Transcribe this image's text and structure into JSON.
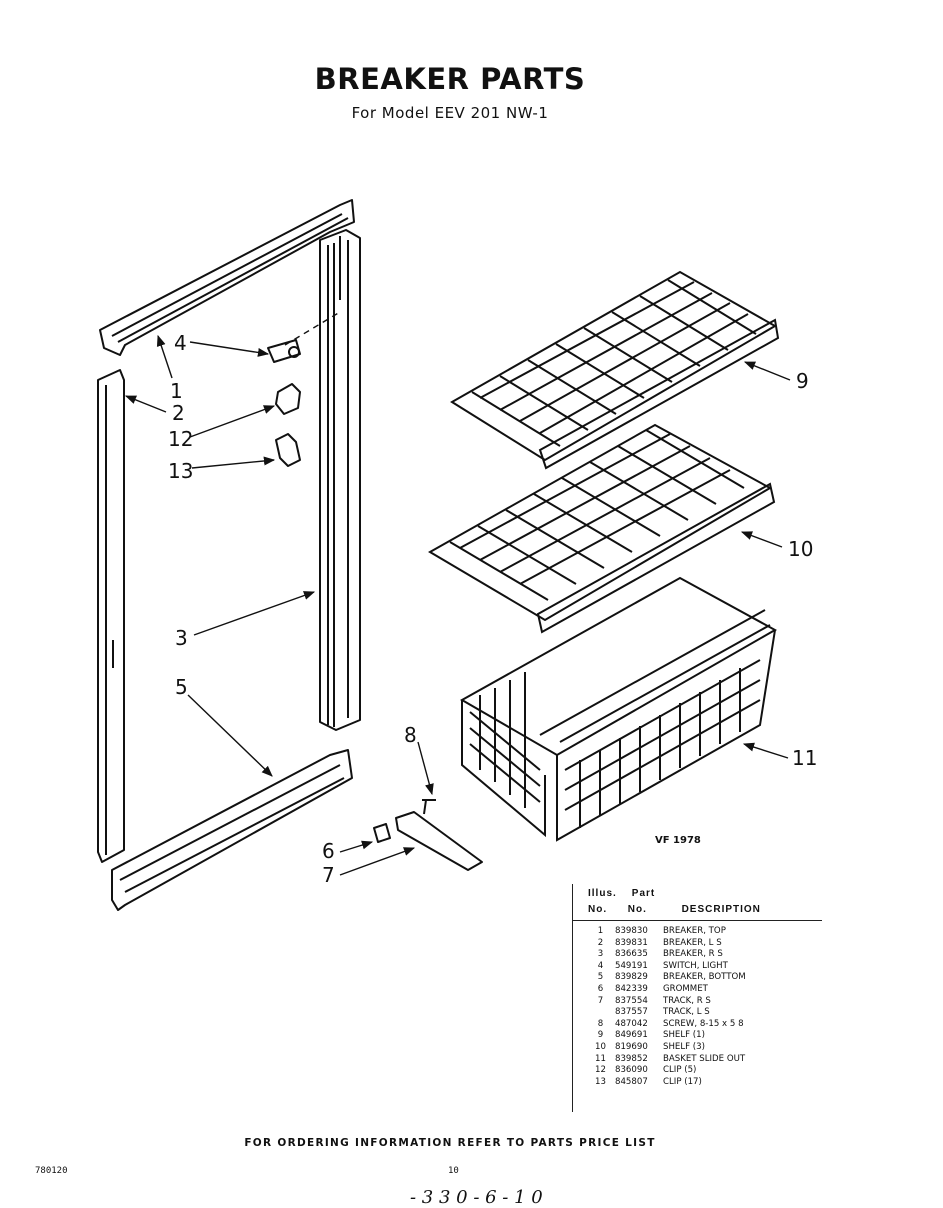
{
  "header": {
    "title": "BREAKER PARTS",
    "subtitle": "For Model EEV 201 NW-1"
  },
  "callouts": {
    "c1": "1",
    "c2": "2",
    "c3": "3",
    "c4": "4",
    "c5": "5",
    "c6": "6",
    "c7": "7",
    "c8": "8",
    "c9": "9",
    "c10": "10",
    "c11": "11",
    "c12": "12",
    "c13": "13"
  },
  "diagram_code": "VF 1978",
  "table": {
    "head_illus": "Illus.",
    "head_part": "Part",
    "head_no1": "No.",
    "head_no2": "No.",
    "head_desc": "DESCRIPTION",
    "rows": [
      {
        "no": "1",
        "part": "839830",
        "desc": "BREAKER, TOP"
      },
      {
        "no": "2",
        "part": "839831",
        "desc": "BREAKER, L S"
      },
      {
        "no": "3",
        "part": "836635",
        "desc": "BREAKER, R S"
      },
      {
        "no": "4",
        "part": "549191",
        "desc": "SWITCH, LIGHT"
      },
      {
        "no": "5",
        "part": "839829",
        "desc": "BREAKER, BOTTOM"
      },
      {
        "no": "6",
        "part": "842339",
        "desc": "GROMMET"
      },
      {
        "no": "7",
        "part": "837554",
        "desc": "TRACK, R S"
      },
      {
        "no": "",
        "part": "837557",
        "desc": "TRACK, L S"
      },
      {
        "no": "8",
        "part": "487042",
        "desc": "SCREW, 8-15 x 5 8"
      },
      {
        "no": "9",
        "part": "849691",
        "desc": "SHELF (1)"
      },
      {
        "no": "10",
        "part": "819690",
        "desc": "SHELF (3)"
      },
      {
        "no": "11",
        "part": "839852",
        "desc": "BASKET SLIDE OUT"
      },
      {
        "no": "12",
        "part": "836090",
        "desc": "CLIP (5)"
      },
      {
        "no": "13",
        "part": "845807",
        "desc": "CLIP (17)"
      }
    ]
  },
  "footer": {
    "note": "FOR ORDERING INFORMATION REFER TO PARTS PRICE LIST",
    "doc_code": "780120",
    "page": "10",
    "scrawl": "- 3 3 0 - 6 - 1 0"
  }
}
